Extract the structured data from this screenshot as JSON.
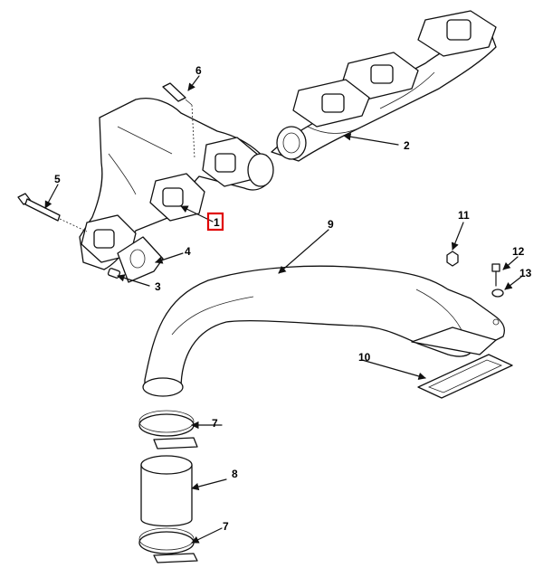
{
  "callouts": {
    "c1": "1",
    "c2": "2",
    "c3": "3",
    "c4": "4",
    "c5": "5",
    "c6": "6",
    "c7a": "7",
    "c7b": "7",
    "c8": "8",
    "c9": "9",
    "c10": "10",
    "c11": "11",
    "c12": "12",
    "c13": "13"
  },
  "highlight": {
    "color": "#e00000",
    "target_label": "1"
  }
}
